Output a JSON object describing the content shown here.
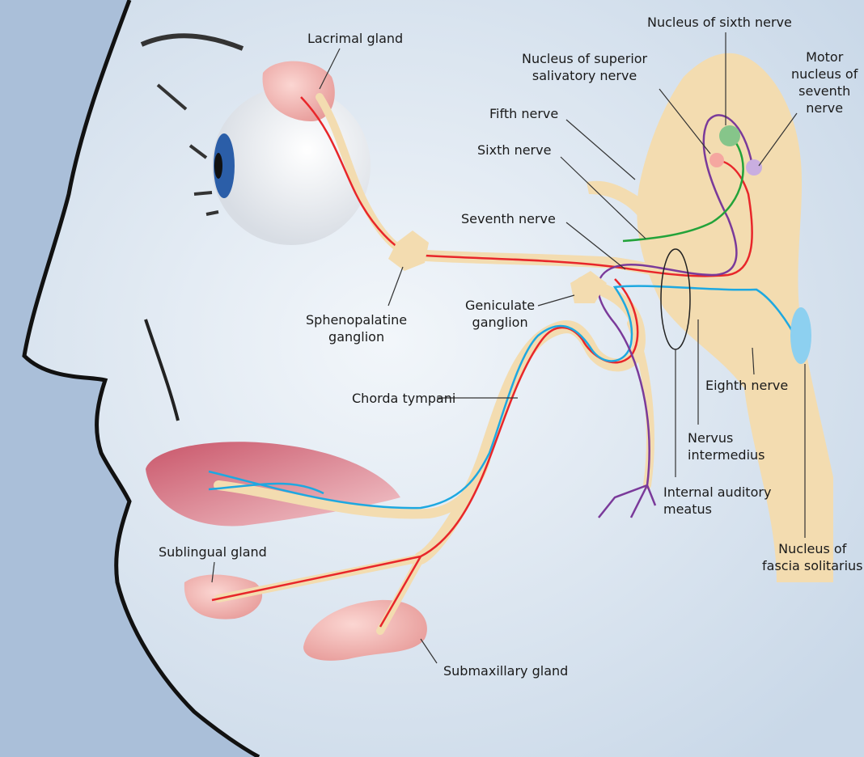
{
  "labels": {
    "lacrimal_gland": "Lacrimal gland",
    "nucleus_sixth": "Nucleus of sixth nerve",
    "nucleus_superior_salivatory": "Nucleus of superior\nsalivatory nerve",
    "motor_nucleus_seventh": "Motor\nnucleus of\nseventh\nnerve",
    "fifth_nerve": "Fifth nerve",
    "sixth_nerve": "Sixth nerve",
    "seventh_nerve": "Seventh nerve",
    "sphenopalatine_ganglion": "Sphenopalatine\nganglion",
    "geniculate_ganglion": "Geniculate\nganglion",
    "chorda_tympani": "Chorda tympani",
    "eighth_nerve": "Eighth nerve",
    "nervus_intermedius": "Nervus\nintermedius",
    "internal_auditory_meatus": "Internal auditory\nmeatus",
    "nucleus_fascia_solitarius": "Nucleus of\nfascia solitarius",
    "sublingual_gland": "Sublingual gland",
    "submaxillary_gland": "Submaxillary gland"
  },
  "colors": {
    "parasympathetic": "#e8262a",
    "taste": "#1ea8e0",
    "motor": "#7a3a9a",
    "abducens": "#23a33a",
    "nerve_sheath": "#f3dcb0",
    "gland": "#f2b7b4"
  }
}
